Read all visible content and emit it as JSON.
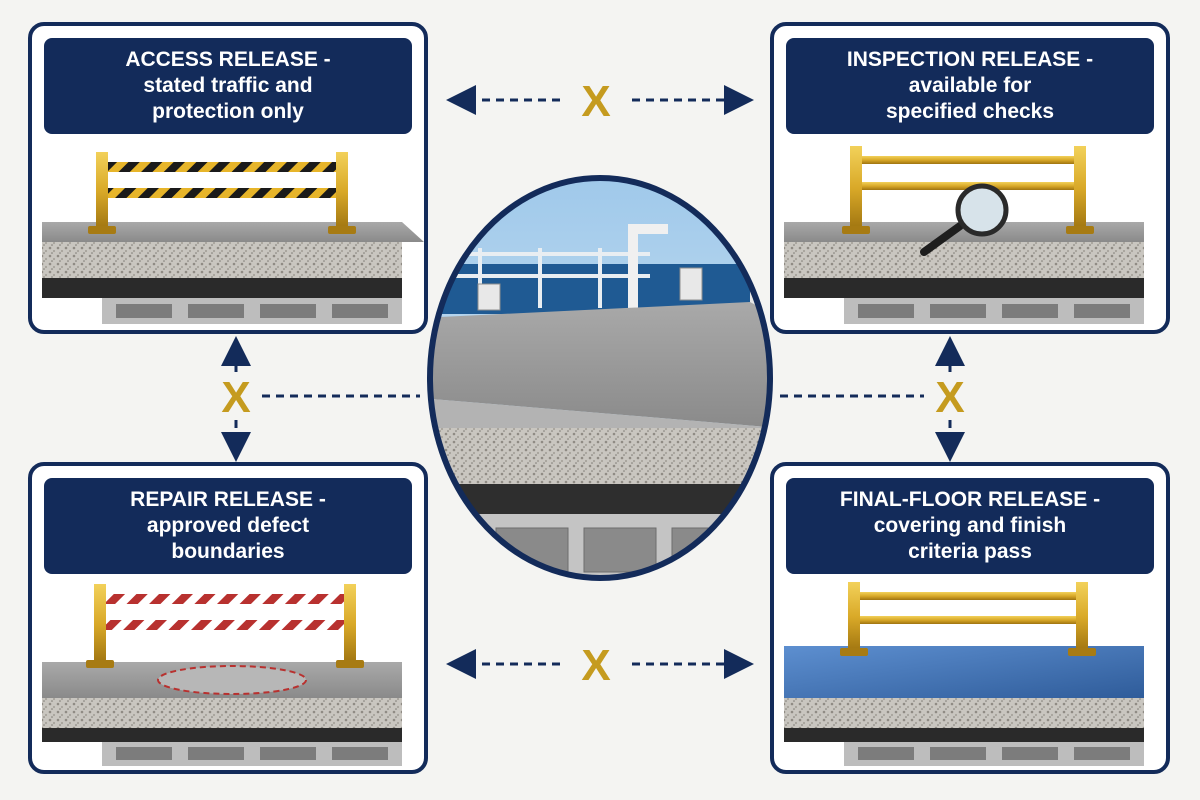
{
  "panels": {
    "access": {
      "title": "ACCESS RELEASE -",
      "line2": "stated traffic and",
      "line3": "protection only"
    },
    "inspect": {
      "title": "INSPECTION RELEASE -",
      "line2": "available for",
      "line3": "specified checks"
    },
    "repair": {
      "title": "REPAIR RELEASE -",
      "line2": "approved defect",
      "line3": "boundaries"
    },
    "final": {
      "title": "FINAL-FLOOR RELEASE -",
      "line2": "covering and finish",
      "line3": "criteria pass"
    }
  },
  "connector_marks": {
    "top": "X",
    "left": "X",
    "right": "X",
    "bottom": "X"
  },
  "colors": {
    "navy": "#132b5a",
    "gold": "#c59b1f",
    "rail_yellow": "#e0b22c",
    "hazard_black": "#1a1a1a",
    "hazard_red": "#b8312f",
    "final_blue": "#3f73b8",
    "concrete": "#9c9c9c"
  },
  "icons": [
    "magnifier-icon",
    "safety-railing-icon",
    "deck-cross-section-icon"
  ]
}
